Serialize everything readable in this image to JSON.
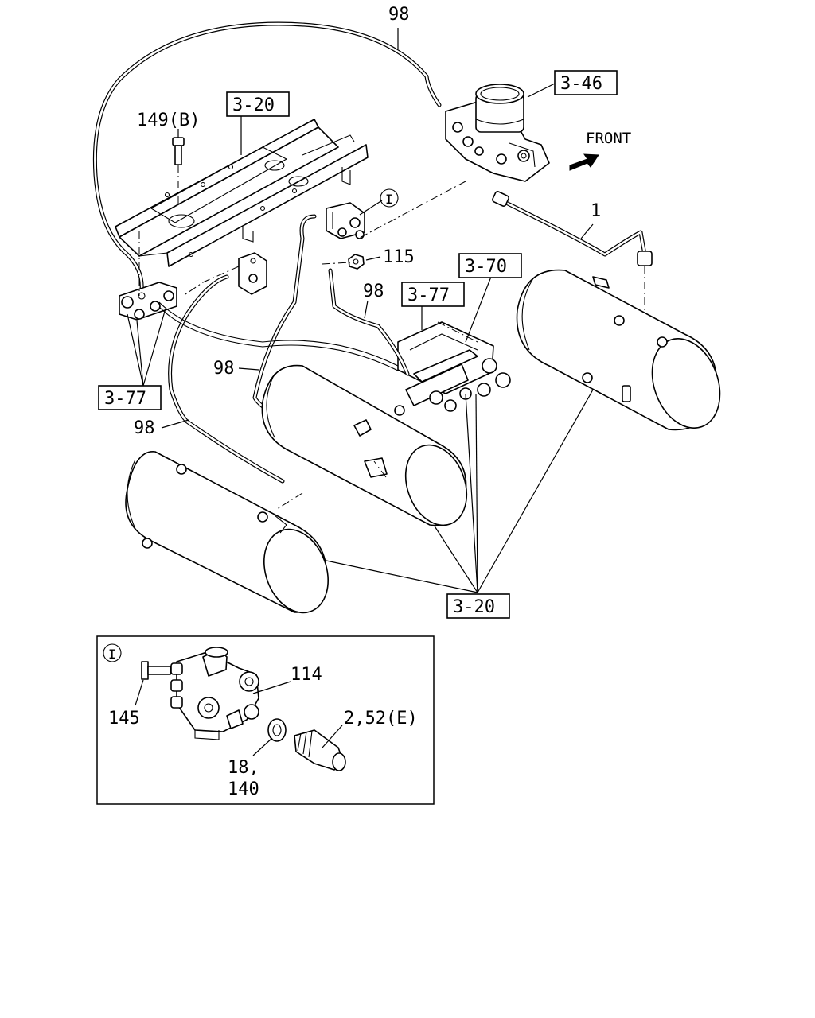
{
  "labels": {
    "tube_top": "98",
    "ref_346": "3-46",
    "front": "FRONT",
    "ref_320_top": "3-20",
    "bolt": "149(B)",
    "pipe_1": "1",
    "detail_marker": "I",
    "nut": "115",
    "ref_370": "3-70",
    "tube_mid": "98",
    "ref_377_mid": "3-77",
    "tube_left": "98",
    "ref_377_left": "3-77",
    "tube_lower": "98",
    "ref_320_bottom": "3-20"
  },
  "detail": {
    "marker": "I",
    "part_114": "114",
    "part_145": "145",
    "part_2_52": "2,52(E)",
    "part_18": "18,",
    "part_140": "140"
  }
}
